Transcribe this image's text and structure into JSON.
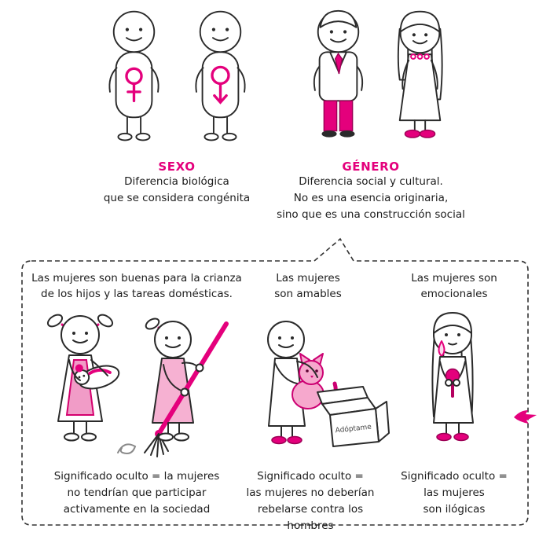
{
  "colors": {
    "accent": "#e4007c",
    "accent_light": "#f6b1d2",
    "ink": "#1c1c1c"
  },
  "sections": {
    "sexo": {
      "title": "SEXO",
      "line1": "Diferencia biológica",
      "line2": "que se considera congénita"
    },
    "genero": {
      "title": "GÉNERO",
      "line1": "Diferencia social y cultural.",
      "line2": "No es una esencia originaria,",
      "line3": "sino que es una construcción social"
    }
  },
  "panel": {
    "col1": {
      "claim1": "Las mujeres son buenas para la crianza",
      "claim2": "de los hijos y las tareas domésticas.",
      "hidden1": "Significado oculto = la mujeres",
      "hidden2": "no tendrían que participar",
      "hidden3": "activamente en la sociedad"
    },
    "col2": {
      "claim1": "Las mujeres",
      "claim2": "son amables",
      "box_label": "Adóptame",
      "hidden1": "Significado oculto =",
      "hidden2": "las mujeres no deberían",
      "hidden3": "rebelarse contra los hombres"
    },
    "col3": {
      "claim1": "Las mujeres son",
      "claim2": "emocionales",
      "hidden1": "Significado oculto =",
      "hidden2": "las mujeres",
      "hidden3": "son ilógicas"
    }
  },
  "figures": {
    "sex_figure_1": "figure-with-female-symbol",
    "sex_figure_2": "figure-with-down-arrow-symbol",
    "gender_figure_man": "man-in-suit",
    "gender_figure_woman": "woman-in-dress",
    "scene_caregiving": "woman-holding-baby-and-woman-mopping",
    "scene_kindness": "woman-hugging-cat-with-adoption-box",
    "scene_emotional": "crying-woman-holding-pink-object"
  }
}
